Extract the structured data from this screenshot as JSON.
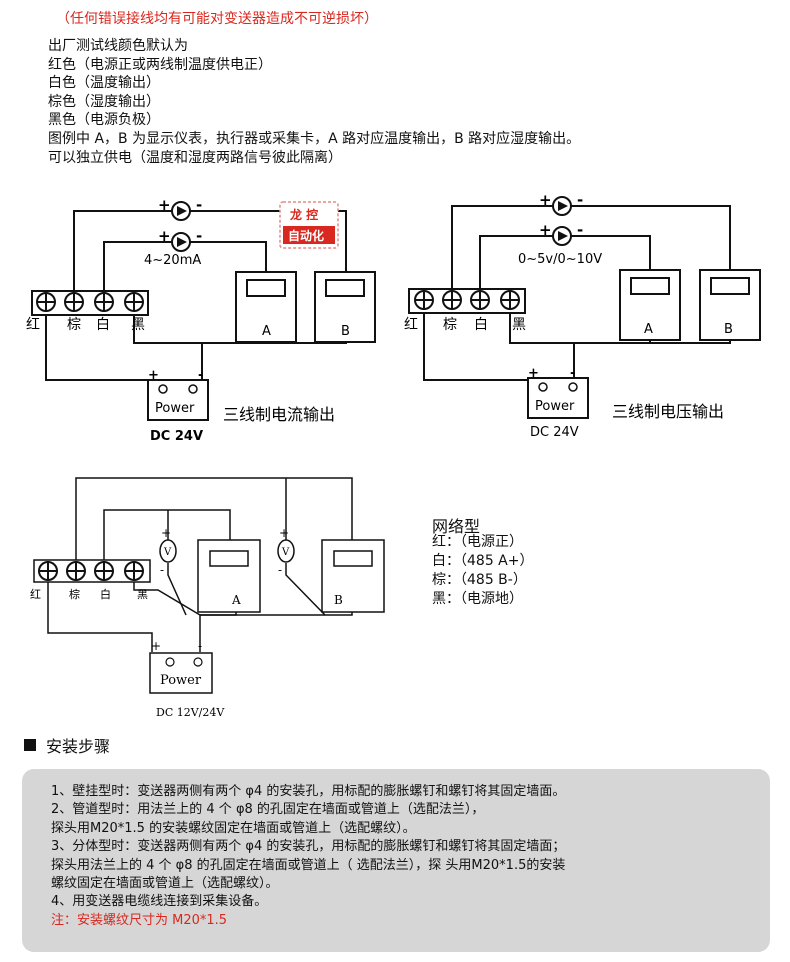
{
  "warning": "（任何错误接线均有可能对变送器造成不可逆损坏）",
  "notes": [
    "出厂测试线颜色默认为",
    "红色（电源正或两线制温度供电正）",
    "白色（温度输出）",
    "棕色（湿度输出）",
    "黑色（电源负极）",
    "图例中 A，B 为显示仪表，执行器或采集卡，A 路对应温度输出，B 路对应湿度输出。",
    "可以独立供电（温度和湿度两路信号彼此隔离）"
  ],
  "diagram_current": {
    "range_label": "4~20mA",
    "terminals": [
      "红",
      "棕",
      "白",
      "黑"
    ],
    "device_a": "A",
    "device_b": "B",
    "power": "Power",
    "power_spec": "DC 24V",
    "caption": "三线制电流输出",
    "watermark_top": "龙 控",
    "watermark_bottom": "自动化"
  },
  "diagram_voltage": {
    "range_label": "0~5v/0~10V",
    "terminals": [
      "红",
      "棕",
      "白",
      "黑"
    ],
    "device_a": "A",
    "device_b": "B",
    "power": "Power",
    "power_spec": "DC 24V",
    "caption": "三线制电压输出"
  },
  "diagram_network": {
    "terminals": [
      "红",
      "棕",
      "白",
      "黑"
    ],
    "device_a": "A",
    "device_b": "B",
    "meter_symbol": "V",
    "power": "Power",
    "power_spec": "DC 12V/24V"
  },
  "polarity": {
    "plus": "+",
    "minus": "-"
  },
  "network": {
    "title": "网络型",
    "items": [
      "红：（电源正）",
      "白：（485 A+）",
      "棕：（485 B-）",
      "黑：（电源地）"
    ]
  },
  "install": {
    "heading": "安装步骤",
    "lines": [
      "1、壁挂型时：变送器两侧有两个 φ4 的安装孔，用标配的膨胀螺钉和螺钉将其固定墙面。",
      "2、管道型时：用法兰上的 4 个 φ8 的孔固定在墙面或管道上（选配法兰），",
      "探头用M20*1.5 的安装螺纹固定在墙面或管道上（选配螺纹）。",
      "3、分体型时：变送器两侧有两个 φ4 的安装孔，用标配的膨胀螺钉和螺钉将其固定墙面；",
      "探头用法兰上的 4 个 φ8 的孔固定在墙面或管道上（ 选配法兰），探 头用M20*1.5的安装",
      "螺纹固定在墙面或管道上（选配螺纹）。",
      "4、用变送器电缆线连接到采集设备。"
    ],
    "note": "注：安装螺纹尺寸为 M20*1.5"
  },
  "colors": {
    "warning_red": "#d8281f",
    "panel_gray": "#d6d6d6",
    "watermark_red": "#d8281f"
  }
}
